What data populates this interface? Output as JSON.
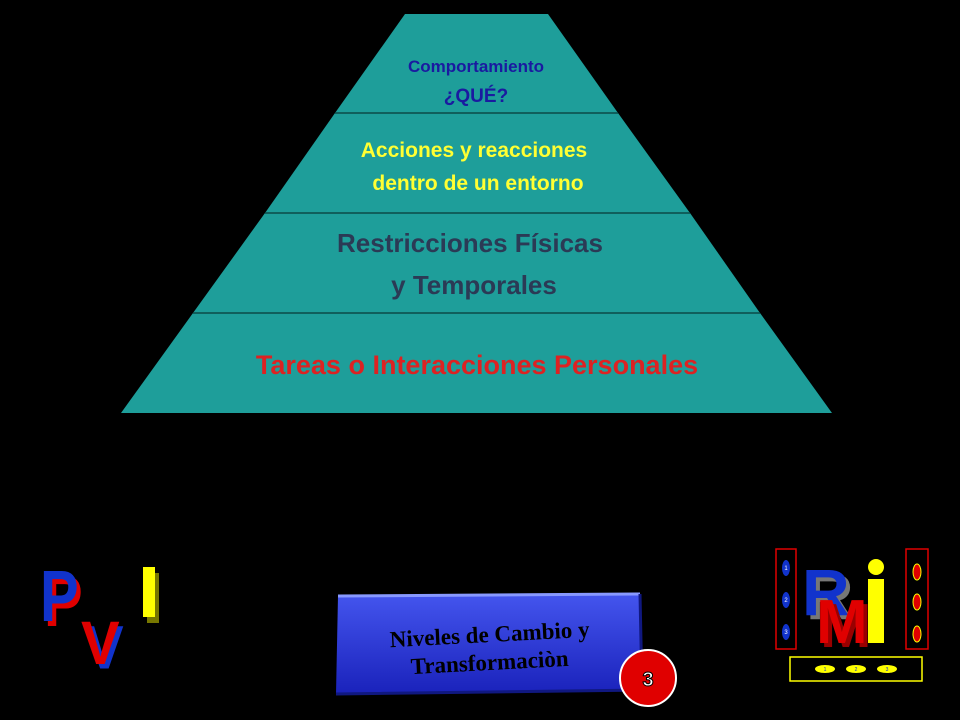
{
  "pyramid": {
    "levels": [
      {
        "lines": [
          "Comportamiento",
          "¿QUÉ?"
        ],
        "color": "#1a1aa0"
      },
      {
        "lines": [
          "Acciones y reacciones",
          "dentro de un entorno"
        ],
        "color": "#ffff33"
      },
      {
        "lines": [
          "Restricciones Físicas",
          "y Temporales"
        ],
        "color": "#2b3a55"
      },
      {
        "lines": [
          "Tareas o Interacciones Personales"
        ],
        "color": "#dd2222"
      }
    ],
    "fill": "#1e9e9a"
  },
  "logos": {
    "pvi": [
      "P",
      "V",
      "I"
    ],
    "rmi": [
      "R",
      "M",
      "i"
    ],
    "rmi_small_left": [
      "1",
      "2",
      "3"
    ],
    "rmi_small_bottom": [
      "1",
      "2",
      "3"
    ]
  },
  "banner": {
    "lines": [
      "Niveles de Cambio y",
      "Transformaciòn"
    ],
    "badge": "3"
  },
  "colors": {
    "background": "#000000",
    "banner_blue": "#2233dd",
    "badge_red": "#e00000",
    "logo_yellow": "#ffff00",
    "logo_red": "#e00000",
    "logo_blue": "#1133cc"
  }
}
